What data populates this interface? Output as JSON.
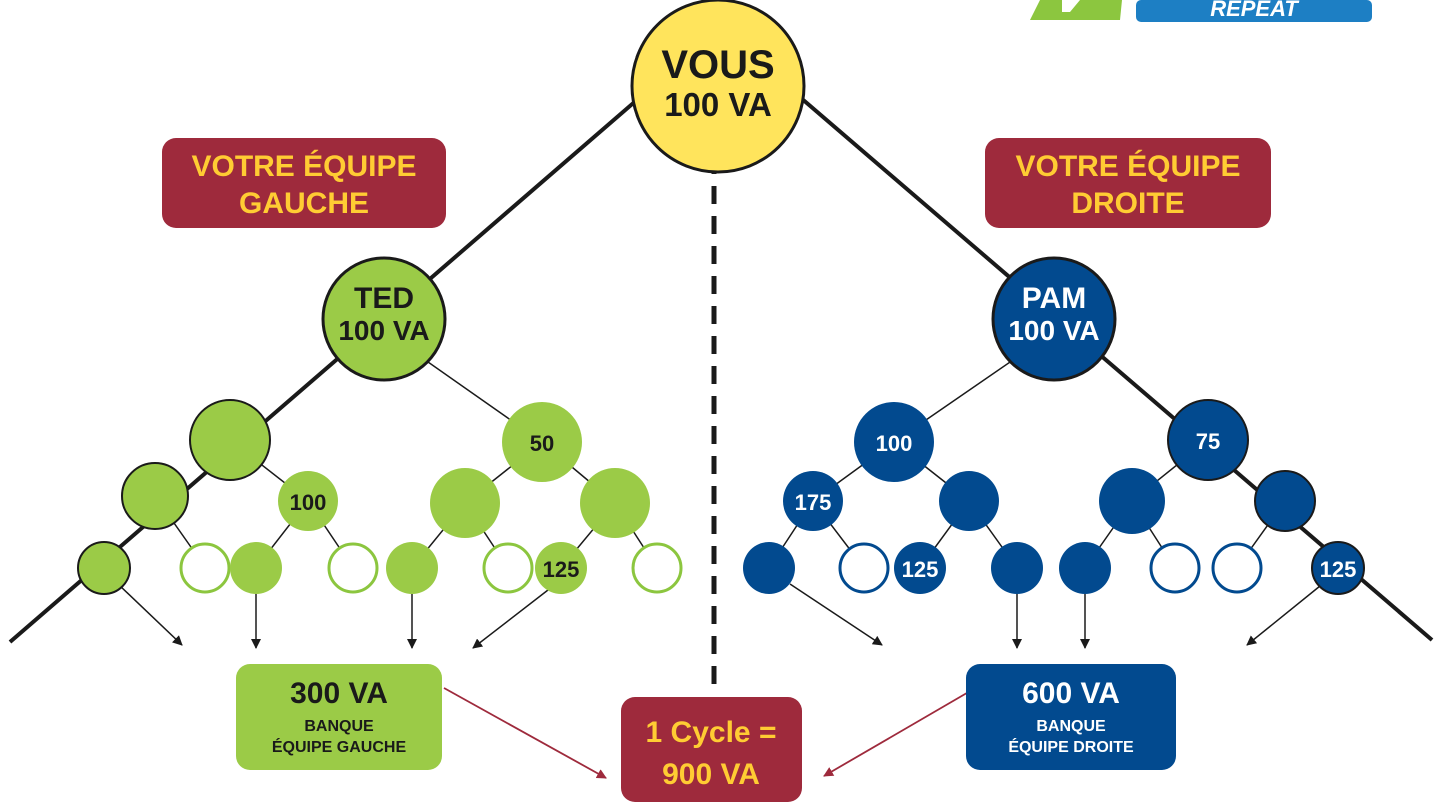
{
  "logo": {
    "text": "REPEAT",
    "colors": {
      "green": "#8cc63f",
      "blue": "#1d7fc4"
    }
  },
  "colors": {
    "green": "#9bcb47",
    "green_outline": "#8cc63f",
    "blue": "#024a8f",
    "yellow": "#ffe45c",
    "maroon": "#9e2a3c",
    "gold_text": "#ffcc33",
    "line": "#1a1a1a"
  },
  "root": {
    "name": "VOUS",
    "value": "100 VA"
  },
  "left_team": {
    "label_line1": "VOTRE ÉQUIPE",
    "label_line2": "GAUCHE",
    "leader": {
      "name": "TED",
      "value": "100 VA"
    },
    "node_values": {
      "a": "50",
      "b": "100",
      "c": "125"
    },
    "bank": {
      "amount": "300 VA",
      "line1": "BANQUE",
      "line2": "ÉQUIPE GAUCHE"
    }
  },
  "right_team": {
    "label_line1": "VOTRE ÉQUIPE",
    "label_line2": "DROITE",
    "leader": {
      "name": "PAM",
      "value": "100 VA"
    },
    "node_values": {
      "a": "100",
      "b": "75",
      "c": "175",
      "d": "125",
      "e": "125"
    },
    "bank": {
      "amount": "600 VA",
      "line1": "BANQUE",
      "line2": "ÉQUIPE DROITE"
    }
  },
  "cycle": {
    "line1": "1 Cycle =",
    "line2": "900 VA"
  }
}
